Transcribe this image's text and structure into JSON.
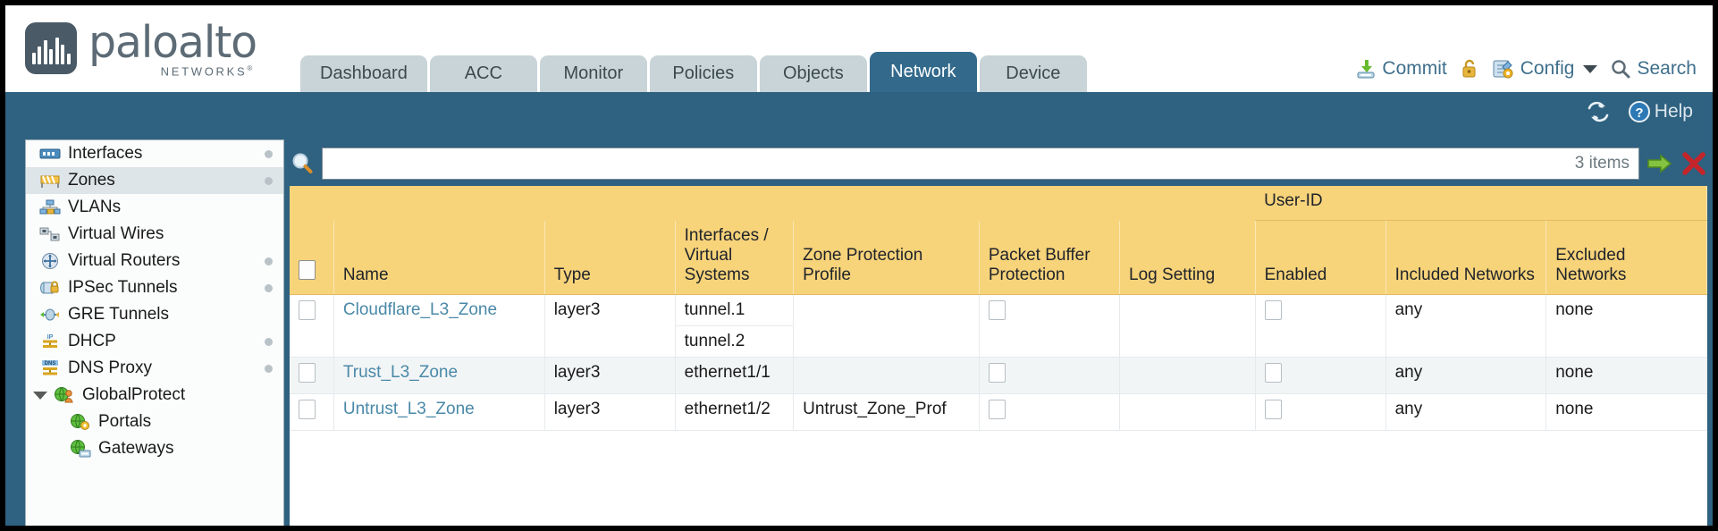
{
  "brand": {
    "name": "paloalto",
    "tagline": "NETWORKS",
    "registered": "®"
  },
  "nav": {
    "tabs": [
      {
        "label": "Dashboard",
        "active": false
      },
      {
        "label": "ACC",
        "active": false
      },
      {
        "label": "Monitor",
        "active": false
      },
      {
        "label": "Policies",
        "active": false
      },
      {
        "label": "Objects",
        "active": false
      },
      {
        "label": "Network",
        "active": true
      },
      {
        "label": "Device",
        "active": false
      }
    ]
  },
  "top_actions": {
    "commit": "Commit",
    "lock_icon": "lock-icon",
    "config": "Config",
    "config_icon": "config-wrench-icon",
    "search": "Search",
    "search_icon": "search-icon"
  },
  "subbar": {
    "refresh_icon": "refresh-icon",
    "help": "Help",
    "help_icon": "help-question-icon"
  },
  "sidebar": {
    "items": [
      {
        "label": "Interfaces",
        "icon": "interfaces-icon",
        "dot": true,
        "selected": false,
        "child": false,
        "expander": false
      },
      {
        "label": "Zones",
        "icon": "zones-icon",
        "dot": true,
        "selected": true,
        "child": false,
        "expander": false
      },
      {
        "label": "VLANs",
        "icon": "vlans-icon",
        "dot": false,
        "selected": false,
        "child": false,
        "expander": false
      },
      {
        "label": "Virtual Wires",
        "icon": "virtual-wires-icon",
        "dot": false,
        "selected": false,
        "child": false,
        "expander": false
      },
      {
        "label": "Virtual Routers",
        "icon": "virtual-routers-icon",
        "dot": true,
        "selected": false,
        "child": false,
        "expander": false
      },
      {
        "label": "IPSec Tunnels",
        "icon": "ipsec-tunnels-icon",
        "dot": true,
        "selected": false,
        "child": false,
        "expander": false
      },
      {
        "label": "GRE Tunnels",
        "icon": "gre-tunnels-icon",
        "dot": false,
        "selected": false,
        "child": false,
        "expander": false
      },
      {
        "label": "DHCP",
        "icon": "dhcp-icon",
        "dot": true,
        "selected": false,
        "child": false,
        "expander": false
      },
      {
        "label": "DNS Proxy",
        "icon": "dns-proxy-icon",
        "dot": true,
        "selected": false,
        "child": false,
        "expander": false
      },
      {
        "label": "GlobalProtect",
        "icon": "globalprotect-icon",
        "dot": false,
        "selected": false,
        "child": false,
        "expander": true
      },
      {
        "label": "Portals",
        "icon": "portals-icon",
        "dot": false,
        "selected": false,
        "child": true,
        "expander": false
      },
      {
        "label": "Gateways",
        "icon": "gateways-icon",
        "dot": false,
        "selected": false,
        "child": true,
        "expander": false
      }
    ]
  },
  "search": {
    "value": "",
    "placeholder": "",
    "items_count": "3 items",
    "apply_icon": "apply-filter-arrow-icon",
    "clear_icon": "clear-filter-x-icon",
    "magnifier_icon": "magnifier-icon"
  },
  "table": {
    "group_header": "User-ID",
    "columns": [
      "Name",
      "Type",
      "Interfaces / Virtual Systems",
      "Zone Protection Profile",
      "Packet Buffer Protection",
      "Log Setting",
      "Enabled",
      "Included Networks",
      "Excluded Networks"
    ],
    "rows": [
      {
        "name": "Cloudflare_L3_Zone",
        "type": "layer3",
        "interfaces": [
          "tunnel.1",
          "tunnel.2"
        ],
        "zone_protection_profile": "",
        "packet_buffer_protection": false,
        "log_setting": "",
        "userid_enabled": false,
        "included_networks": "any",
        "excluded_networks": "none"
      },
      {
        "name": "Trust_L3_Zone",
        "type": "layer3",
        "interfaces": [
          "ethernet1/1"
        ],
        "zone_protection_profile": "",
        "packet_buffer_protection": false,
        "log_setting": "",
        "userid_enabled": false,
        "included_networks": "any",
        "excluded_networks": "none"
      },
      {
        "name": "Untrust_L3_Zone",
        "type": "layer3",
        "interfaces": [
          "ethernet1/2"
        ],
        "zone_protection_profile": "Untrust_Zone_Prof",
        "packet_buffer_protection": false,
        "log_setting": "",
        "userid_enabled": false,
        "included_networks": "any",
        "excluded_networks": "none"
      }
    ]
  },
  "colors": {
    "header_blue": "#2f6180",
    "active_tab": "#336a8c",
    "inactive_tab": "#c8d4d7",
    "table_header_gold": "#f7d37a",
    "group_header_gold": "#d9b13f",
    "link_blue": "#4a89a8",
    "alt_row": "#f2f5f6"
  }
}
